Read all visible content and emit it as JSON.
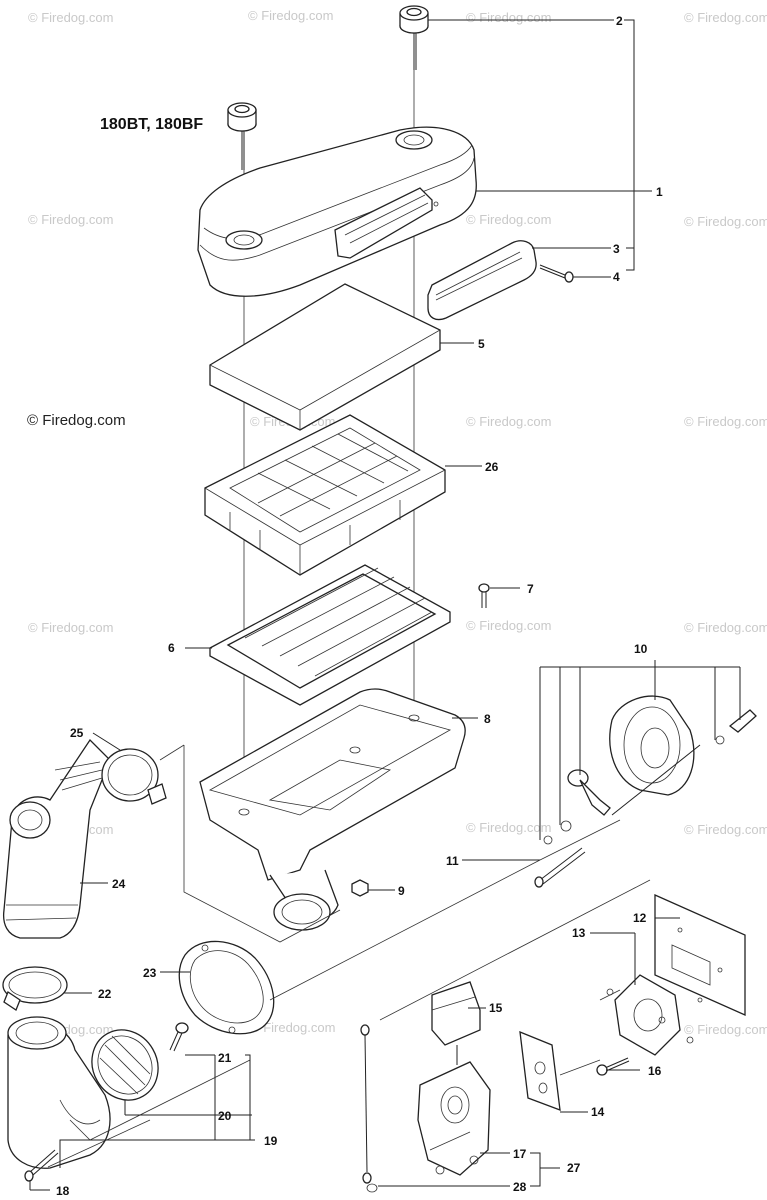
{
  "title": "180BT, 180BF",
  "watermark": "© Firedog.com",
  "watermark_main": "© Firedog.com",
  "callouts": {
    "p1": "1",
    "p2": "2",
    "p3": "3",
    "p4": "4",
    "p5": "5",
    "p6": "6",
    "p7": "7",
    "p8": "8",
    "p9": "9",
    "p10": "10",
    "p11": "11",
    "p12": "12",
    "p13": "13",
    "p14": "14",
    "p15": "15",
    "p16": "16",
    "p17": "17",
    "p18": "18",
    "p19": "19",
    "p20": "20",
    "p21": "21",
    "p22": "22",
    "p23": "23",
    "p24": "24",
    "p25": "25",
    "p26": "26",
    "p27": "27",
    "p28": "28"
  },
  "colors": {
    "line": "#222222",
    "watermark": "#c9c9c9",
    "background": "#ffffff"
  }
}
